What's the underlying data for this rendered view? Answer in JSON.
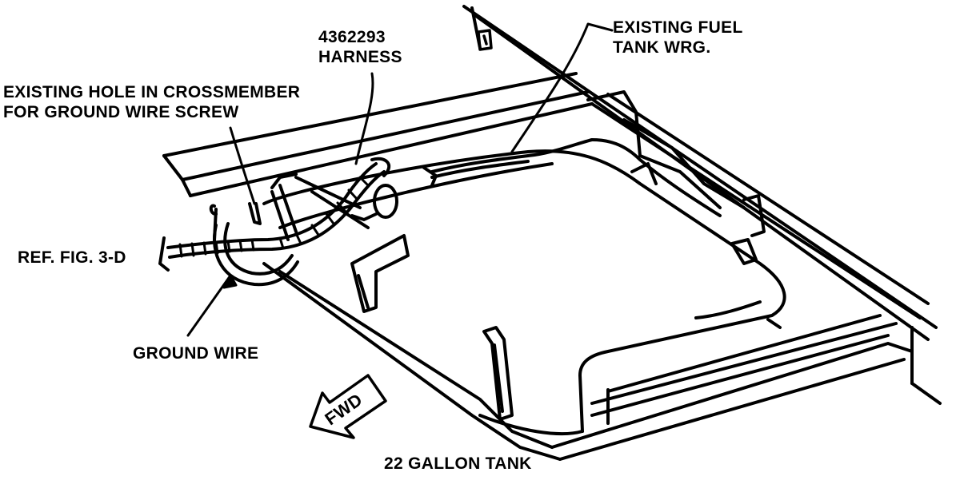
{
  "labels": {
    "harness": {
      "line1": "4362293",
      "line2": "HARNESS"
    },
    "fuel_wiring": {
      "line1": "EXISTING FUEL",
      "line2": "TANK WRG."
    },
    "crossmember_hole": {
      "line1": "EXISTING HOLE IN CROSSMEMBER",
      "line2": "FOR GROUND WIRE SCREW"
    },
    "ref_fig": "REF. FIG. 3-D",
    "ground_wire": "GROUND WIRE",
    "tank": "22 GALLON TANK",
    "fwd": "FWD"
  },
  "colors": {
    "ink": "#000000",
    "paper": "#ffffff"
  },
  "icons": [
    "fwd-arrow-icon"
  ]
}
